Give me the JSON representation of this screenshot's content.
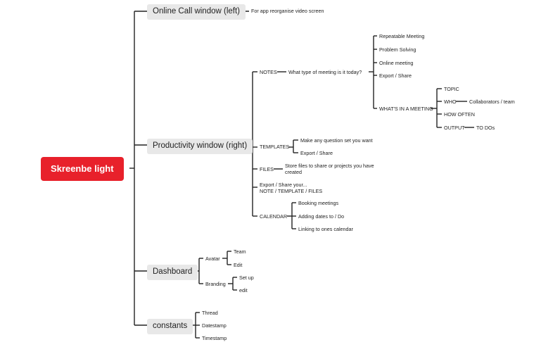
{
  "mindmap": {
    "root": "Skreenbe light",
    "branches": {
      "online_call": {
        "label": "Online Call window (left)",
        "note": "For app reorganise video screen"
      },
      "productivity": {
        "label": "Productivity window (right)",
        "notes": {
          "label": "NOTES",
          "question": "What type of meeting is it today?",
          "meeting_types": [
            "Repeatable Meeting",
            "Problem Solving",
            "Online meeting",
            "Export / Share"
          ],
          "whats_in": {
            "label": "WHAT'S IN A MEETING",
            "topic": "TOPIC",
            "who": "WHO",
            "collaborators": "Collaborators / team",
            "how_often": "HOW OFTEN",
            "output": "OUTPUT",
            "todos": "TO DOs"
          }
        },
        "templates": {
          "label": "TEMPLATES",
          "items": [
            "Make any question set you want",
            "Export / Share"
          ]
        },
        "files": {
          "label": "FILES",
          "desc_line1": "Store files to share or projects you have",
          "desc_line2": "created"
        },
        "export": {
          "line1": "Export / Share your...",
          "line2": "NOTE / TEMPLATE / FILES"
        },
        "calendar": {
          "label": "CALENDAR",
          "items": [
            "Booking meetings",
            "Adding dates to / Do",
            "Linking to ones calendar"
          ]
        }
      },
      "dashboard": {
        "label": "Dashboard",
        "avatar": {
          "label": "Avatar",
          "items": [
            "Team",
            "Edit"
          ]
        },
        "branding": {
          "label": "Branding",
          "items": [
            "Set up",
            "edit"
          ]
        }
      },
      "constants": {
        "label": "constants",
        "items": [
          "Thread",
          "Datestamp",
          "Timestamp"
        ]
      }
    },
    "colors": {
      "root_fill": "#e8212b",
      "branch_fill": "#e8e8e8",
      "connector": "#222222"
    }
  }
}
